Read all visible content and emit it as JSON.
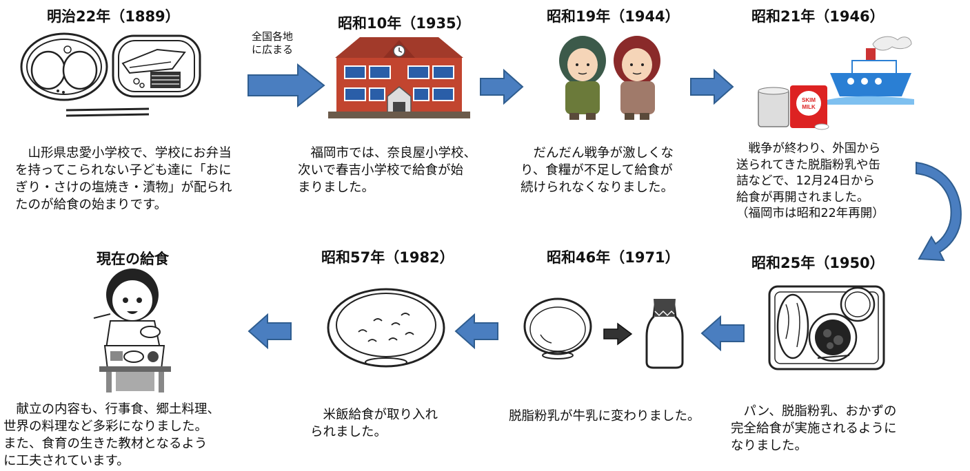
{
  "stages": [
    {
      "title": "明治22年（1889）",
      "text": "　山形県忠愛小学校で、学校にお弁当\nを持ってこられない子ども達に「おに\nぎり・さけの塩焼き・漬物」が配られ\nたのが給食の始まりです。"
    },
    {
      "title": "昭和10年（1935）",
      "text": "　福岡市では、奈良屋小学校、\n次いで春吉小学校で給食が始\nまりました。"
    },
    {
      "title": "昭和19年（1944）",
      "text": "　だんだん戦争が激しくな\nり、食糧が不足して給食が\n続けられなくなりました。"
    },
    {
      "title": "昭和21年（1946）",
      "text": "　戦争が終わり、外国から\n送られてきた脱脂粉乳や缶\n詰などで、12月24日から\n給食が再開されました。\n（福岡市は昭和22年再開）"
    },
    {
      "title": "昭和25年（1950）",
      "text": "　パン、脱脂粉乳、おかずの\n完全給食が実施されるように\nなりました。"
    },
    {
      "title": "昭和46年（1971）",
      "text": "脱脂粉乳が牛乳に変わりました。"
    },
    {
      "title": "昭和57年（1982）",
      "text": "　米飯給食が取り入れ\nられました。"
    },
    {
      "title": "現在の給食",
      "text": "　献立の内容も、行事食、郷土料理、\n世界の料理など多彩になりました。\nまた、食育の生きた教材となるよう\nに工夫されています。"
    }
  ],
  "arrow_note": "全国各地\nに広まる",
  "milk_label": "SKIM\nMILK",
  "colors": {
    "arrow_fill": "#4a7ec0",
    "arrow_stroke": "#2f5d8f",
    "building": "#c2452f",
    "roof": "#a23a2a",
    "ship": "#2a7fd4"
  }
}
